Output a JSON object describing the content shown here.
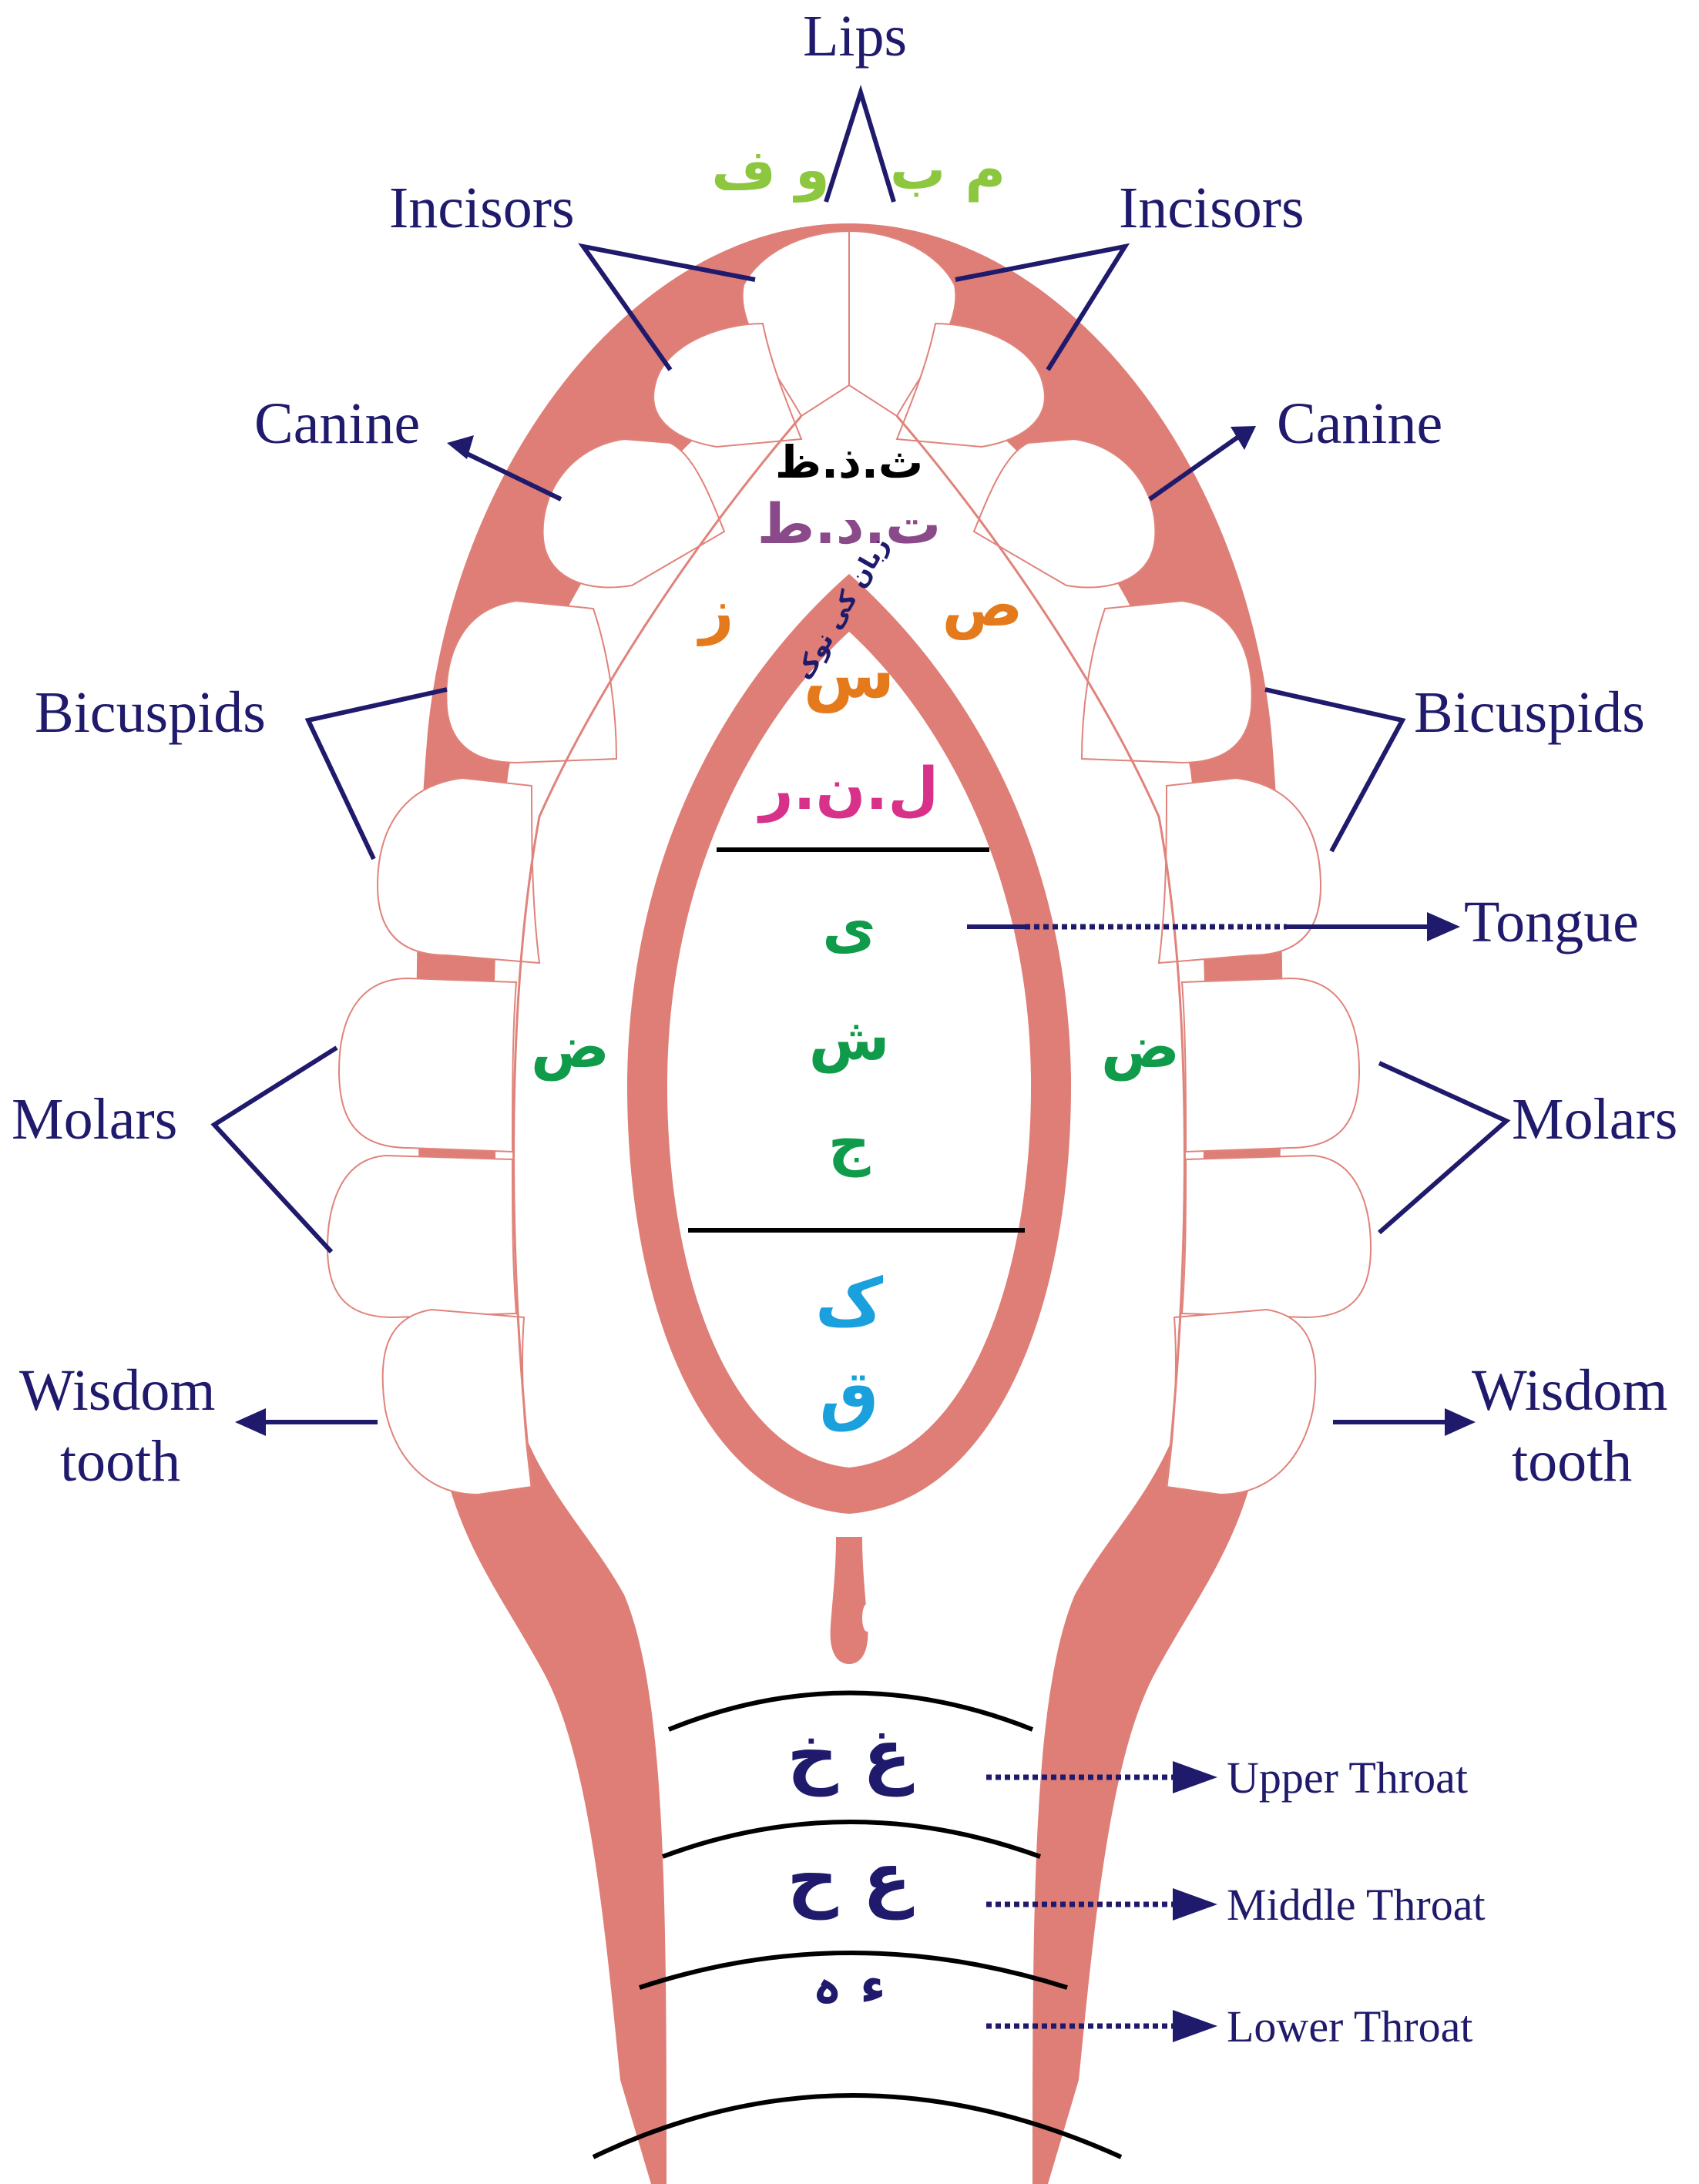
{
  "labels": {
    "lips": "Lips",
    "incisors_left": "Incisors",
    "incisors_right": "Incisors",
    "canine_left": "Canine",
    "canine_right": "Canine",
    "bicuspids_left": "Bicuspids",
    "bicuspids_right": "Bicuspids",
    "tongue": "Tongue",
    "molars_left": "Molars",
    "molars_right": "Molars",
    "wisdom_left_1": "Wisdom",
    "wisdom_left_2": "tooth",
    "wisdom_right_1": "Wisdom",
    "wisdom_right_2": "tooth",
    "upper_throat": "Upper Throat",
    "middle_throat": "Middle Throat",
    "lower_throat": "Lower Throat"
  },
  "letters": {
    "lips_left": "و ف",
    "lips_right": "م ب",
    "teeth_tip_1": "ث.ذ.ظ",
    "teeth_tip_2": "ت.د.ط",
    "zay": "ز",
    "sad": "ص",
    "tongue_tip_note": "زبان کی نوک",
    "seen": "س",
    "lnr": "ل.ن.ر",
    "ya": "ی",
    "sheen": "ش",
    "jeem": "ج",
    "dad_left": "ض",
    "dad_right": "ض",
    "kaf": "ک",
    "qaf": "ق",
    "upper_throat_letters": "غ  خ",
    "middle_throat_letters": "ع  ح",
    "lower_throat_letters": "ء  ہ"
  },
  "colors": {
    "gum": "#de7e77",
    "label_navy": "#1f1a6b",
    "lips_green": "#8dc63f",
    "black": "#000000",
    "purple": "#8a4a8a",
    "orange": "#e57a1c",
    "magenta": "#d8318a",
    "green": "#0f9b4a",
    "blue": "#1aa0dc"
  }
}
